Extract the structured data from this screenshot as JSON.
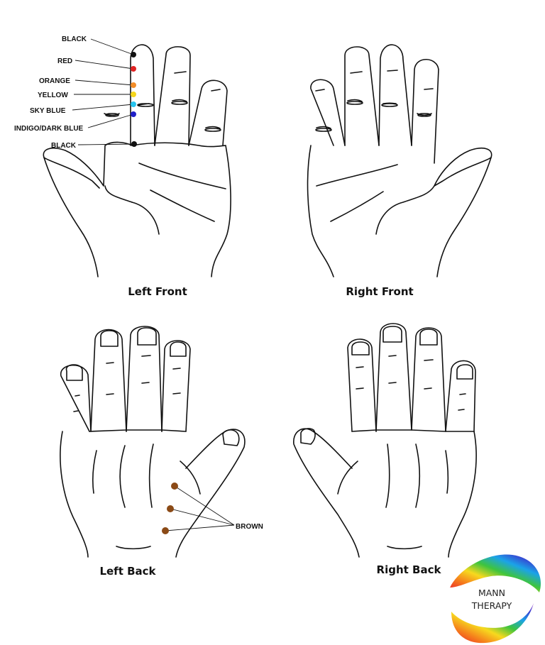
{
  "captions": {
    "left_front": "Left Front",
    "right_front": "Right Front",
    "left_back": "Left Back",
    "right_back": "Right Back"
  },
  "points": [
    {
      "label": "BLACK",
      "color": "#111111"
    },
    {
      "label": "RED",
      "color": "#e02424"
    },
    {
      "label": "ORANGE",
      "color": "#f28c28"
    },
    {
      "label": "YELLOW",
      "color": "#f5d61c"
    },
    {
      "label": "SKY BLUE",
      "color": "#27c3ee"
    },
    {
      "label": "INDIGO/DARK BLUE",
      "color": "#1f1fc7"
    },
    {
      "label": "BLACK",
      "color": "#111111"
    }
  ],
  "back_points": {
    "label": "BROWN",
    "color": "#8b4a16",
    "count": 3
  },
  "logo": {
    "line1": "MANN",
    "line2": "THERAPY"
  }
}
